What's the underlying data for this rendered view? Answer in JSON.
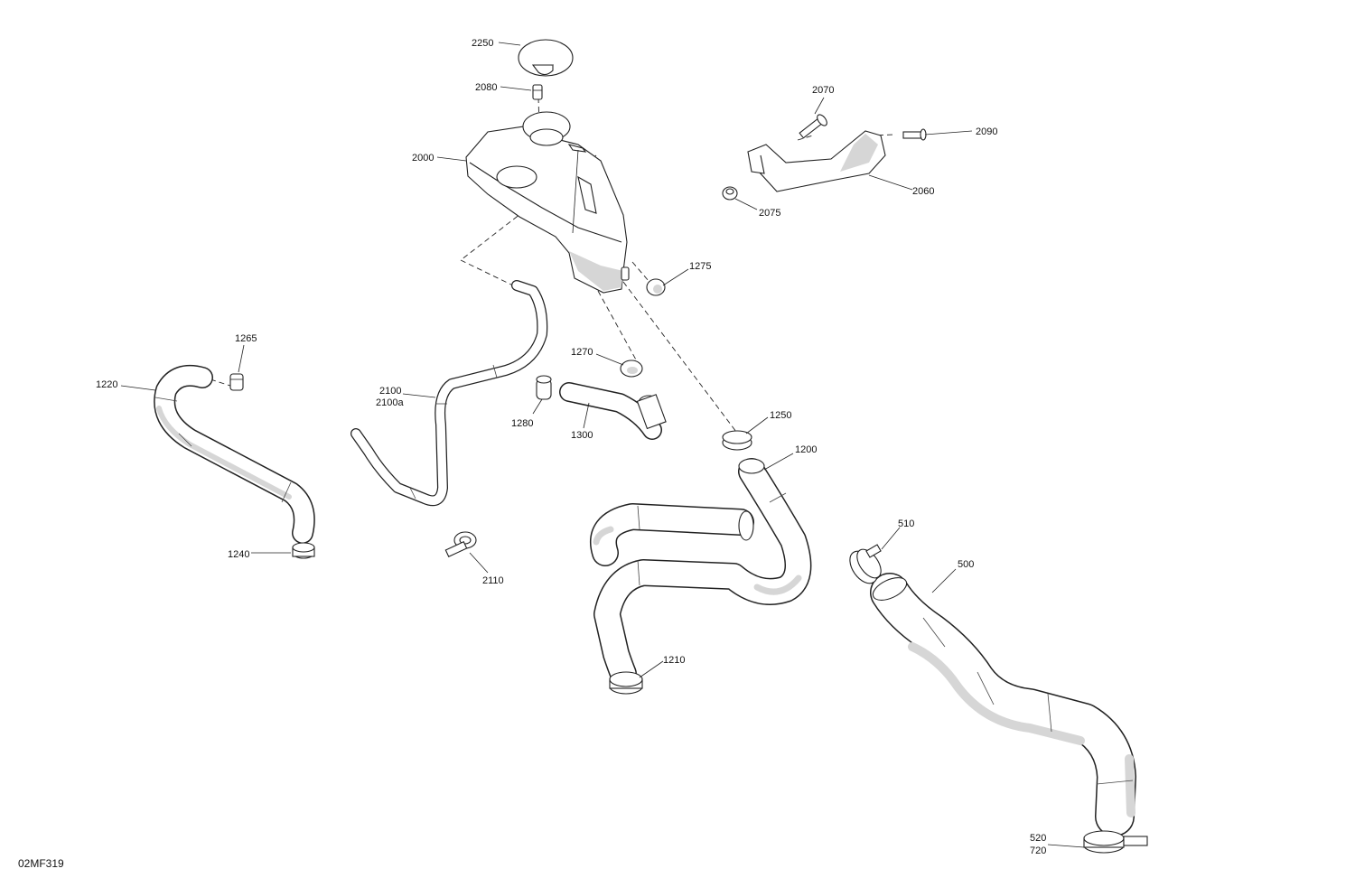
{
  "figure_id": "02MF319",
  "callouts": {
    "c2250": "2250",
    "c2080": "2080",
    "c2000": "2000",
    "c2070": "2070",
    "c2090": "2090",
    "c2060": "2060",
    "c2075": "2075",
    "c1275": "1275",
    "c1265": "1265",
    "c1220": "1220",
    "c2100": "2100",
    "c2100a": "2100a",
    "c1270": "1270",
    "c1280": "1280",
    "c1300": "1300",
    "c1250": "1250",
    "c1200": "1200",
    "c1240": "1240",
    "c2110": "2110",
    "c510": "510",
    "c500": "500",
    "c1210": "1210",
    "c520": "520",
    "c720": "720"
  }
}
